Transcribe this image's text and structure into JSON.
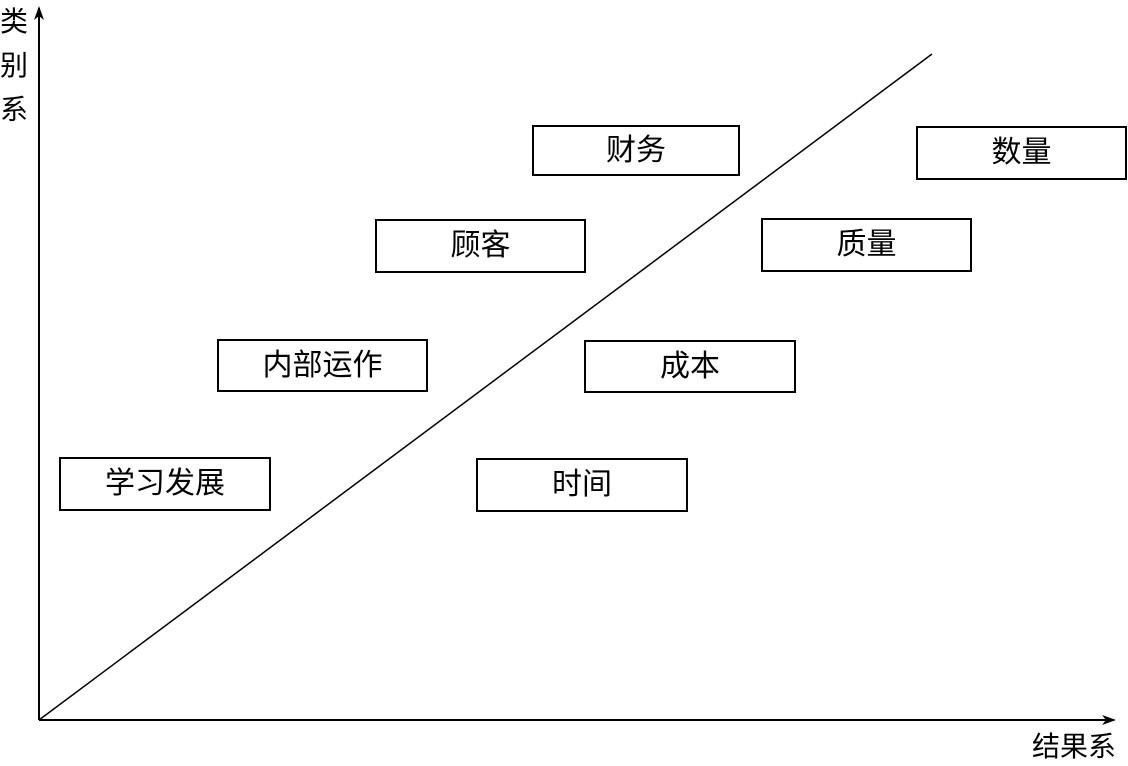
{
  "axes": {
    "y_label": [
      "类",
      "别",
      "系"
    ],
    "x_label": "结果系"
  },
  "boxes": {
    "finance": "财务",
    "quantity": "数量",
    "customer": "顾客",
    "quality": "质量",
    "internal_operations": "内部运作",
    "cost": "成本",
    "learning_growth": "学习发展",
    "time": "时间"
  }
}
